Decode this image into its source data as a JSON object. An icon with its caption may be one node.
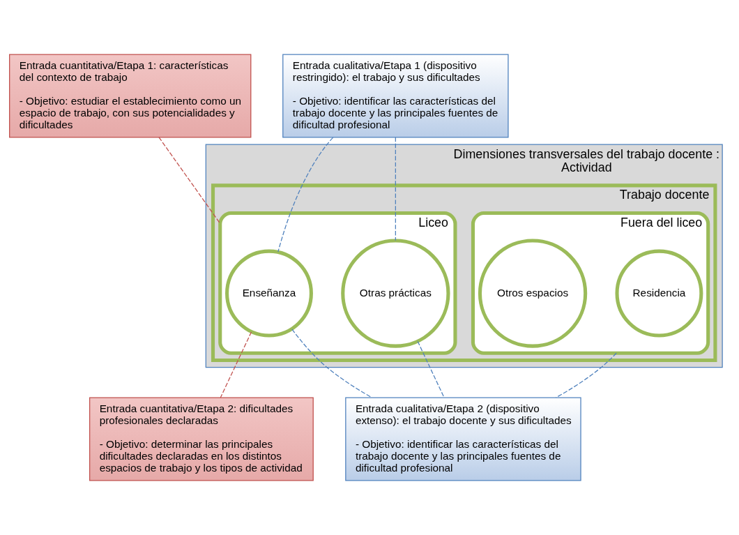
{
  "diagram": {
    "nodes": [
      {
        "text": [
          "Entrada cuantitativa/Etapa 1: características del contexto de trabajo",
          "- Objetivo: estudiar el establecimiento como un espacio de trabajo, con sus potencialidades y dificultades"
        ]
      },
      {
        "text": [
          "Entrada cualitativa/Etapa 1 (dispositivo restringido): el trabajo y sus dificultades",
          "- Objetivo: identificar las características del trabajo docente y las principales fuentes de dificultad profesional"
        ]
      },
      {
        "text": [
          "Dimensiones transversales del trabajo docente :",
          "Actividad"
        ]
      },
      {
        "text": [
          "Trabajo docente"
        ],
        "in": 2
      },
      {
        "text": [
          "Liceo"
        ],
        "in": 3
      },
      {
        "text": [
          "Enseñanza"
        ],
        "in": 4
      },
      {
        "text": [
          "Otras prácticas"
        ],
        "in": 4
      },
      {
        "text": [
          "Fuera del liceo"
        ],
        "in": 3
      },
      {
        "text": [
          "Residencia"
        ],
        "in": 7
      },
      {
        "text": [
          "Otros espacios"
        ],
        "in": 7
      },
      {
        "text": [
          "Entrada cuantitativa/Etapa 2: dificultades profesionales declaradas",
          "- Objetivo: determinar las principales dificultades declaradas en los distintos espacios de trabajo y los tipos de actividad"
        ]
      },
      {
        "text": [
          "Entrada cualitativa/Etapa 2 (dispositivo extenso): el trabajo docente y sus dificultades",
          "- Objetivo: identificar las características del trabajo docente y las principales fuentes de dificultad profesional"
        ]
      }
    ],
    "edges": [
      {
        "from": 0,
        "to": 4,
        "arrow": "none",
        "style": "dashed",
        "color": "#c0504d"
      },
      {
        "from": 1,
        "to": 5,
        "arrow": "none",
        "style": "dashed"
      },
      {
        "from": 1,
        "to": 6,
        "arrow": "none",
        "style": "dashed"
      },
      {
        "from": 10,
        "to": 5,
        "arrow": "none",
        "style": "dashed",
        "color": "#c0504d"
      },
      {
        "from": 11,
        "to": 5,
        "arrow": "none",
        "style": "dashed"
      },
      {
        "from": 11,
        "to": 6,
        "arrow": "none",
        "style": "dashed"
      },
      {
        "from": 11,
        "to": 7,
        "arrow": "none",
        "style": "dashed"
      }
    ]
  }
}
